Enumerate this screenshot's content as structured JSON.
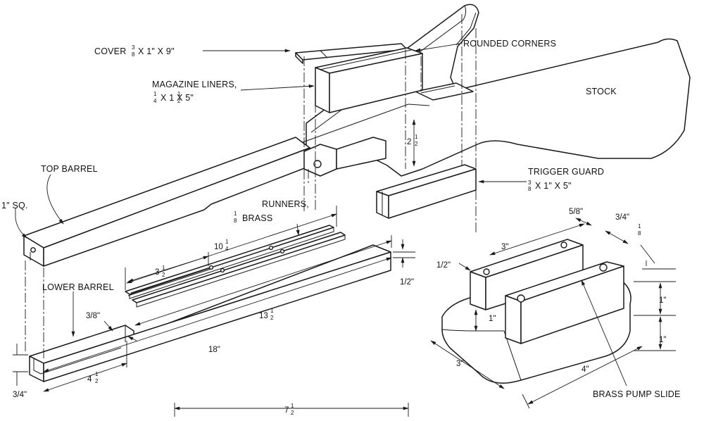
{
  "labels": {
    "cover": "COVER",
    "cover_dims": "X 1\" X 9\"",
    "cover_frac_num": "3",
    "cover_frac_den": "8",
    "cover_inch": "\"",
    "rounded_corners": "ROUNDED CORNERS",
    "magazine_liners": "MAGAZINE LINERS,",
    "magazine_dims": "X 1 X 5\"",
    "stock": "STOCK",
    "top_barrel": "TOP BARREL",
    "one_sq": "1\" SQ.",
    "runners": "RUNNERS,",
    "runners_material": "BRASS",
    "trigger_guard": "TRIGGER GUARD",
    "trigger_dims": "X 1\" X 5\"",
    "lower_barrel": "LOWER BARREL",
    "brass_pump_slide": "BRASS PUMP SLIDE"
  },
  "dims": {
    "d_2_half": "2",
    "d_10_quarter": "10",
    "d_3_half": "3",
    "d_13_half": "13",
    "d_18": "18\"",
    "d_4_half": "4",
    "d_7_half": "7",
    "d_3_8": "3/8\"",
    "d_3_4_left": "3/4\"",
    "d_half_right": "1/2\"",
    "ps_5_8": "5/8\"",
    "ps_3_4": "3/4\"",
    "ps_3": "3\"",
    "ps_half": "1/2\"",
    "ps_1_a": "1\"",
    "ps_1_b": "1\"",
    "ps_1_c": "1\"",
    "ps_3_base": "3\"",
    "ps_4": "4\"",
    "frac_1": "1",
    "frac_2": "2",
    "frac_4": "4",
    "frac_8": "8",
    "frac_3": "3",
    "inch": "\""
  }
}
